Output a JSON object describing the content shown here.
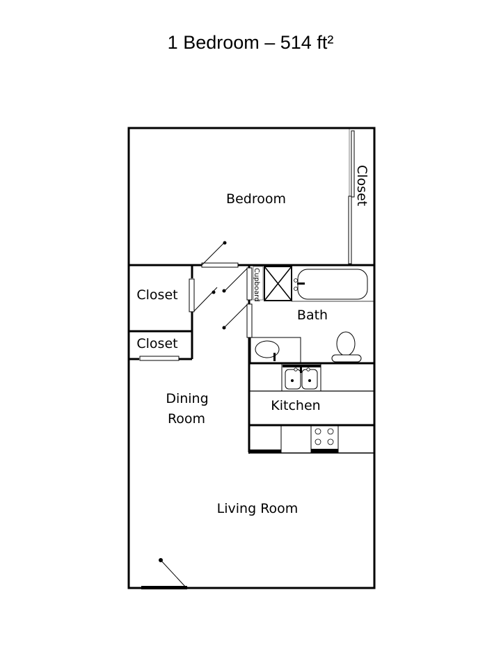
{
  "title": "1 Bedroom – 514 ft²",
  "rooms": {
    "bedroom": "Bedroom",
    "bedroom_closet": "Closet",
    "hall_closet_1": "Closet",
    "hall_closet_2": "Closet",
    "cupboard": "Cupboard",
    "bath": "Bath",
    "kitchen": "Kitchen",
    "dining_line1": "Dining",
    "dining_line2": "Room",
    "living_room": "Living Room"
  },
  "colors": {
    "wall": "#000000",
    "background": "#ffffff",
    "fixture_stroke": "#000000"
  }
}
